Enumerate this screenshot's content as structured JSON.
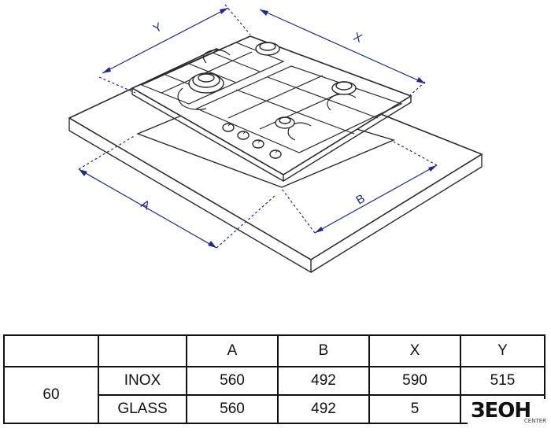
{
  "diagram": {
    "dimension_labels": {
      "y": "Y",
      "x": "X",
      "a": "A",
      "b": "B"
    },
    "colors": {
      "dimension": "#1f2a8c",
      "line": "#2a2a2a"
    }
  },
  "table": {
    "headers": [
      "A",
      "B",
      "X",
      "Y"
    ],
    "size": "60",
    "rows": [
      {
        "finish": "INOX",
        "a": "560",
        "b": "492",
        "x": "590",
        "y": "515"
      },
      {
        "finish": "GLASS",
        "a": "560",
        "b": "492",
        "x": "5",
        "y": ""
      }
    ]
  },
  "logo": {
    "text": "ЗЕОН",
    "subtext": "CENTER"
  }
}
